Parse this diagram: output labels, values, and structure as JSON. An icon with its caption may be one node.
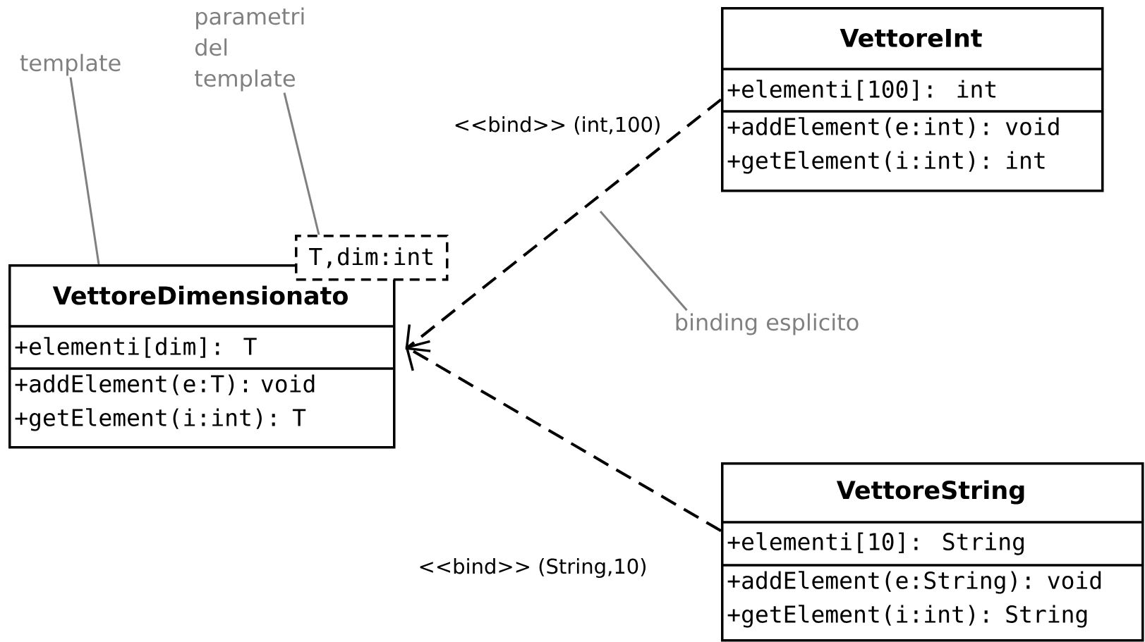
{
  "diagram": {
    "nodes": [
      {
        "text": [
          "template"
        ]
      },
      {
        "text": [
          "parametri del template"
        ]
      },
      {
        "text": [
          "VettoreDimensionato",
          "+elementi[dim]: T",
          "+addElement(e:T): void +getElement(i:int): T"
        ]
      },
      {
        "text": [
          "T,dim:int"
        ]
      },
      {
        "text": [
          "VettoreInt",
          "+elementi[100]: int",
          "+addElement(e:int): void +getElement(i:int): int"
        ]
      },
      {
        "text": [
          "VettoreString",
          "+elementi[10]: String",
          "+addElement(e:String): void +getElement(i:int): String"
        ]
      },
      {
        "text": [
          "binding esplicito"
        ]
      }
    ],
    "edges": [
      {
        "from": 0,
        "to": 2,
        "arrow": "none"
      },
      {
        "from": 1,
        "to": 3,
        "arrow": "none"
      },
      {
        "from": 4,
        "to": 2,
        "arrow": "to",
        "label": "<<bind>> (int,100)",
        "style": "dashed",
        "color": "#000000"
      },
      {
        "from": 5,
        "to": 2,
        "arrow": "to",
        "label": "<<bind>> (String,10)",
        "style": "dashed",
        "color": "#000000"
      },
      {
        "from": 6,
        "to": null,
        "arrow": "none"
      }
    ]
  }
}
